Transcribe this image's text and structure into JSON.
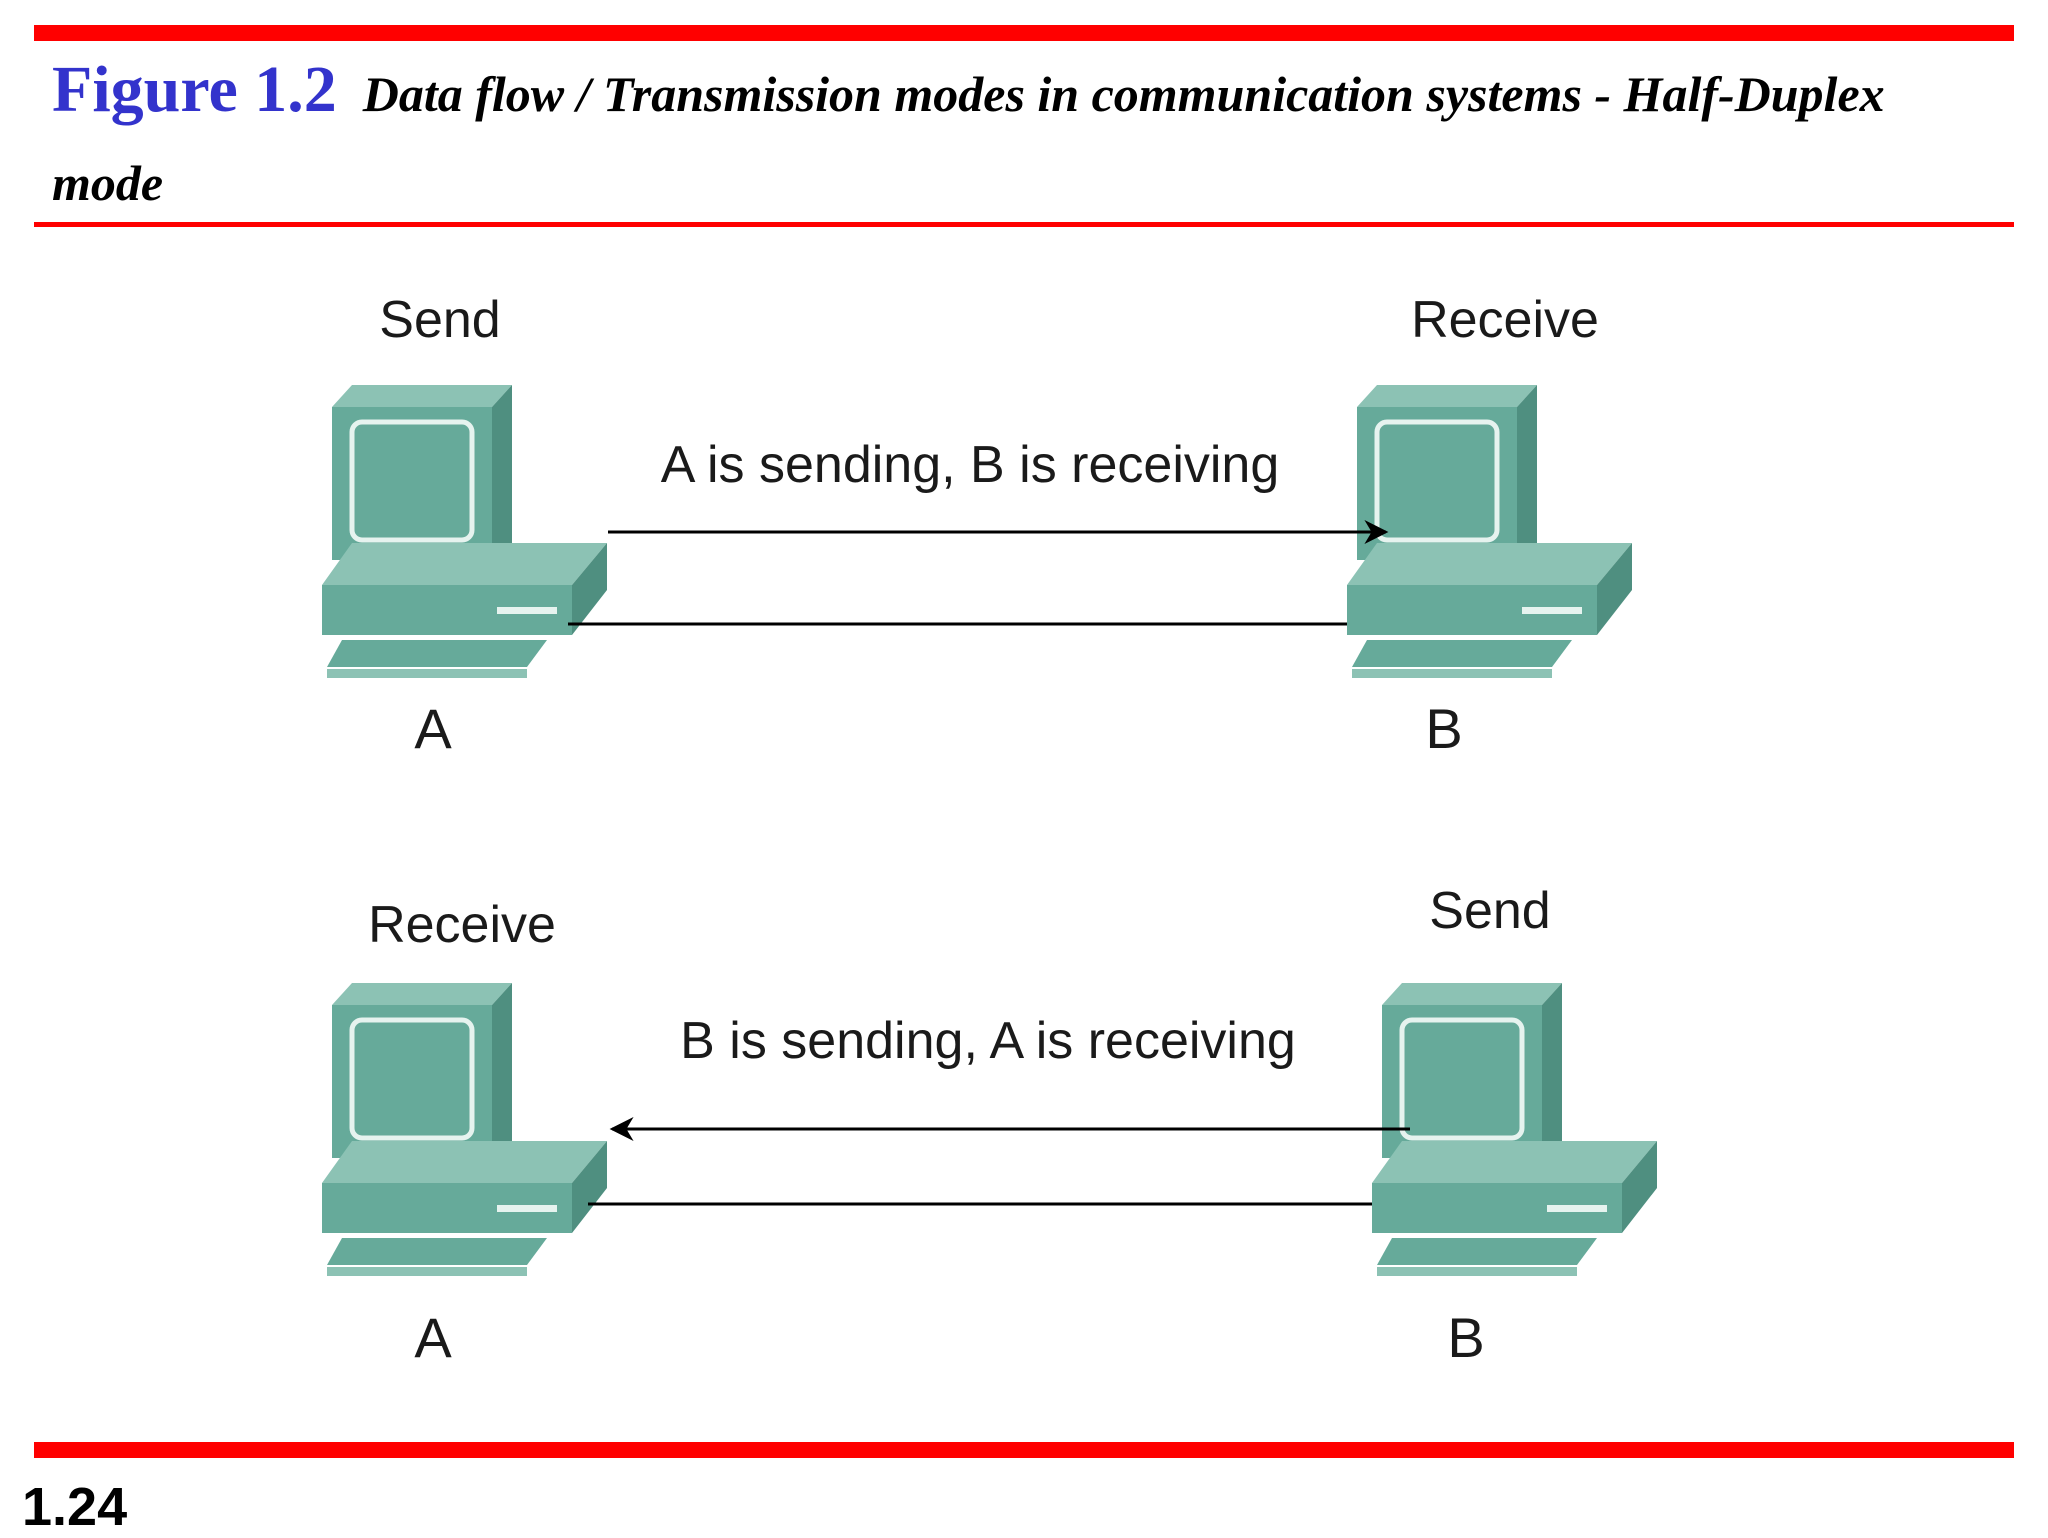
{
  "header": {
    "figure_label": "Figure 1.2",
    "caption": "Data flow / Transmission modes in communication systems - Half-Duplex mode"
  },
  "colors": {
    "rule": "#ff0000",
    "figure_label": "#3333cc",
    "computer": "#66aa9a",
    "computer_light": "#d6ece5",
    "line": "#000000"
  },
  "diagram": {
    "top": {
      "left_role": "Send",
      "right_role": "Receive",
      "message": "A is sending, B is receiving",
      "left_node": "A",
      "right_node": "B",
      "arrow_direction": "left-to-right"
    },
    "bottom": {
      "left_role": "Receive",
      "right_role": "Send",
      "message": "B is sending, A is receiving",
      "left_node": "A",
      "right_node": "B",
      "arrow_direction": "right-to-left"
    },
    "icon": "desktop-computer-icon"
  },
  "footer": {
    "page_number": "1.24"
  }
}
